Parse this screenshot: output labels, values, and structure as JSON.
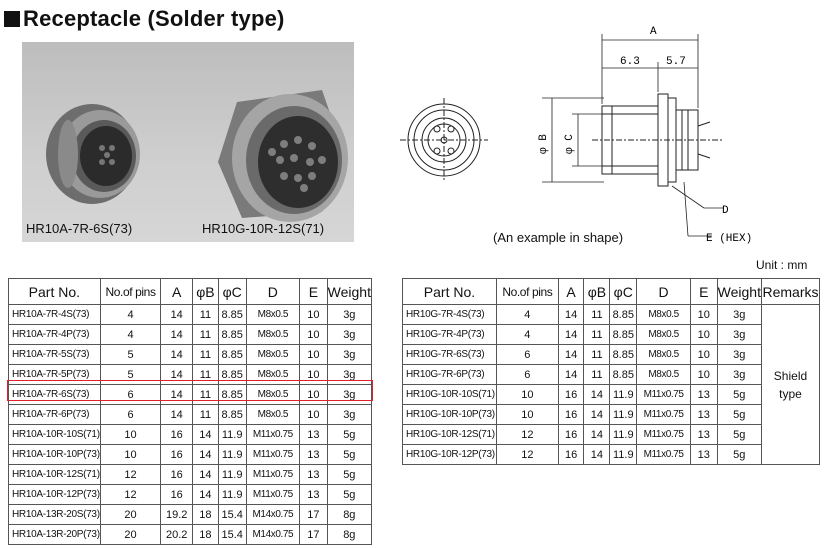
{
  "title": "Receptacle (Solder type)",
  "photo": {
    "caption_left": "HR10A-7R-6S(73)",
    "caption_right": "HR10G-10R-12S(71)"
  },
  "drawing": {
    "dim_a": "A",
    "dim_63": "6.3",
    "dim_57": "5.7",
    "dim_b": "φ B",
    "dim_c": "φ C",
    "label_d": "D",
    "label_e": "E (HEX)",
    "caption": "(An example in shape)"
  },
  "unit": "Unit : mm",
  "table_left": {
    "headers": [
      "Part No.",
      "No.of pins",
      "A",
      "φB",
      "φC",
      "D",
      "E",
      "Weight"
    ],
    "rows": [
      [
        "HR10A-7R-4S(73)",
        "4",
        "14",
        "11",
        "8.85",
        "M8x0.5",
        "10",
        "3g"
      ],
      [
        "HR10A-7R-4P(73)",
        "4",
        "14",
        "11",
        "8.85",
        "M8x0.5",
        "10",
        "3g"
      ],
      [
        "HR10A-7R-5S(73)",
        "5",
        "14",
        "11",
        "8.85",
        "M8x0.5",
        "10",
        "3g"
      ],
      [
        "HR10A-7R-5P(73)",
        "5",
        "14",
        "11",
        "8.85",
        "M8x0.5",
        "10",
        "3g"
      ],
      [
        "HR10A-7R-6S(73)",
        "6",
        "14",
        "11",
        "8.85",
        "M8x0.5",
        "10",
        "3g"
      ],
      [
        "HR10A-7R-6P(73)",
        "6",
        "14",
        "11",
        "8.85",
        "M8x0.5",
        "10",
        "3g"
      ],
      [
        "HR10A-10R-10S(71)",
        "10",
        "16",
        "14",
        "11.9",
        "M11x0.75",
        "13",
        "5g"
      ],
      [
        "HR10A-10R-10P(73)",
        "10",
        "16",
        "14",
        "11.9",
        "M11x0.75",
        "13",
        "5g"
      ],
      [
        "HR10A-10R-12S(71)",
        "12",
        "16",
        "14",
        "11.9",
        "M11x0.75",
        "13",
        "5g"
      ],
      [
        "HR10A-10R-12P(73)",
        "12",
        "16",
        "14",
        "11.9",
        "M11x0.75",
        "13",
        "5g"
      ],
      [
        "HR10A-13R-20S(73)",
        "20",
        "19.2",
        "18",
        "15.4",
        "M14x0.75",
        "17",
        "8g"
      ],
      [
        "HR10A-13R-20P(73)",
        "20",
        "20.2",
        "18",
        "15.4",
        "M14x0.75",
        "17",
        "8g"
      ]
    ]
  },
  "table_right": {
    "headers": [
      "Part No.",
      "No.of pins",
      "A",
      "φB",
      "φC",
      "D",
      "E",
      "Weight",
      "Remarks"
    ],
    "rows": [
      [
        "HR10G-7R-4S(73)",
        "4",
        "14",
        "11",
        "8.85",
        "M8x0.5",
        "10",
        "3g"
      ],
      [
        "HR10G-7R-4P(73)",
        "4",
        "14",
        "11",
        "8.85",
        "M8x0.5",
        "10",
        "3g"
      ],
      [
        "HR10G-7R-6S(73)",
        "6",
        "14",
        "11",
        "8.85",
        "M8x0.5",
        "10",
        "3g"
      ],
      [
        "HR10G-7R-6P(73)",
        "6",
        "14",
        "11",
        "8.85",
        "M8x0.5",
        "10",
        "3g"
      ],
      [
        "HR10G-10R-10S(71)",
        "10",
        "16",
        "14",
        "11.9",
        "M11x0.75",
        "13",
        "5g"
      ],
      [
        "HR10G-10R-10P(73)",
        "10",
        "16",
        "14",
        "11.9",
        "M11x0.75",
        "13",
        "5g"
      ],
      [
        "HR10G-10R-12S(71)",
        "12",
        "16",
        "14",
        "11.9",
        "M11x0.75",
        "13",
        "5g"
      ],
      [
        "HR10G-10R-12P(73)",
        "12",
        "16",
        "14",
        "11.9",
        "M11x0.75",
        "13",
        "5g"
      ]
    ],
    "remarks_line1": "Shield",
    "remarks_line2": "type"
  },
  "highlight_color": "#e0202a"
}
